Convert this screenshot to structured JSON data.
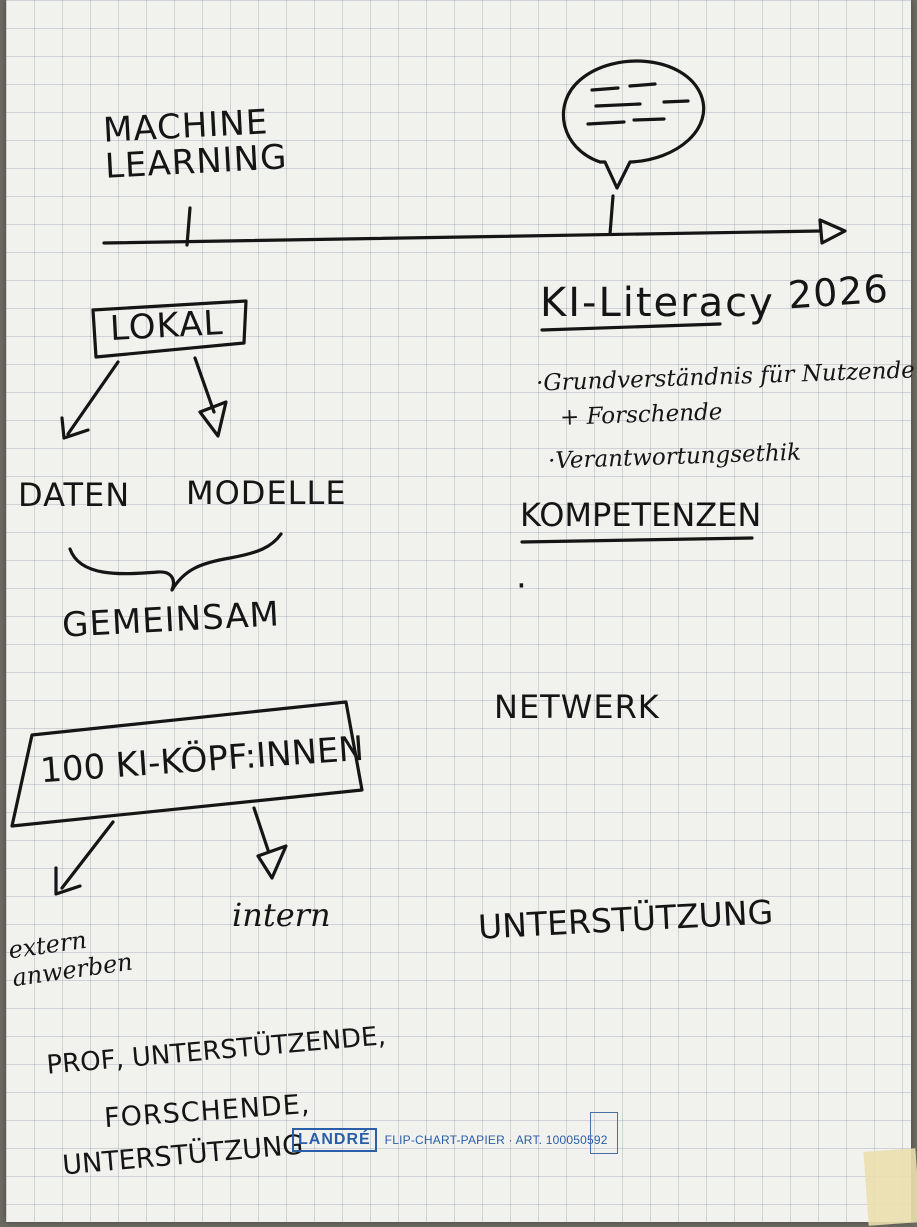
{
  "timeline": {
    "left_label": "MACHINE\nLEARNING",
    "year": "2026"
  },
  "left_column": {
    "local": "LOKAL",
    "branch_left": "DATEN",
    "branch_right": "MODELLE",
    "common": "GEMEINSAM",
    "box": "100 KI-KÖPF:INNEN",
    "sub_left": "extern\nanwerben",
    "sub_right": "intern",
    "bottom_lines": [
      "PROF, UNTERSTÜTZENDE,",
      "FORSCHENDE,",
      "UNTERSTÜTZUNG"
    ]
  },
  "right_column": {
    "title": "KI-Literacy",
    "bullets": [
      "·Grundverständnis für Nutzende",
      "+ Forschende",
      "·Verantwortungsethik"
    ],
    "competencies": "KOMPETENZEN",
    "empty_bullet": "·",
    "network": "NETWERK",
    "support": "UNTERSTÜTZUNG"
  },
  "printed": {
    "brand": "LANDRÉ",
    "paper_label": "FLIP-CHART-PAPIER · ART. 100050592"
  },
  "colors": {
    "ink": "#151515",
    "paper": "#f1f1ee",
    "grid": "#8a93a5",
    "brand": "#2a5ea8",
    "tape": "#eadfae"
  },
  "icons": [
    "speech-bubble-icon",
    "arrow-icon",
    "curly-brace-icon"
  ]
}
